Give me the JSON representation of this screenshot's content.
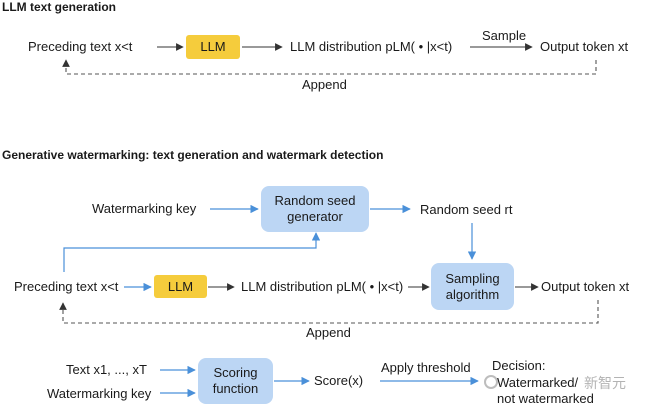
{
  "section1": {
    "heading": "LLM text generation",
    "preceding_text": "Preceding text x<t",
    "llm": "LLM",
    "llm_distribution": "LLM distribution pLM( • |x<t)",
    "sample": "Sample",
    "output_token": "Output token xt",
    "append": "Append"
  },
  "section2": {
    "heading": "Generative watermarking: text generation and watermark detection",
    "watermarking_key": "Watermarking key",
    "random_seed_generator": "Random seed generator",
    "random_seed": "Random seed rt",
    "preceding_text": "Preceding text x<t",
    "llm": "LLM",
    "llm_distribution": "LLM distribution pLM( • |x<t)",
    "sampling_algorithm": "Sampling algorithm",
    "output_token": "Output token xt",
    "append": "Append"
  },
  "detection": {
    "text_input": "Text x1, ..., xT",
    "watermarking_key": "Watermarking key",
    "scoring_function": "Scoring function",
    "score": "Score(x)",
    "apply_threshold": "Apply threshold",
    "decision_label": "Decision:",
    "decision_value": "Watermarked/ not watermarked"
  },
  "watermark_text": "新智元",
  "colors": {
    "llm_box": "#f5cc3c",
    "blue_box": "#bcd6f4",
    "blue_arrow": "#4a90d9",
    "arrow": "#333333"
  }
}
